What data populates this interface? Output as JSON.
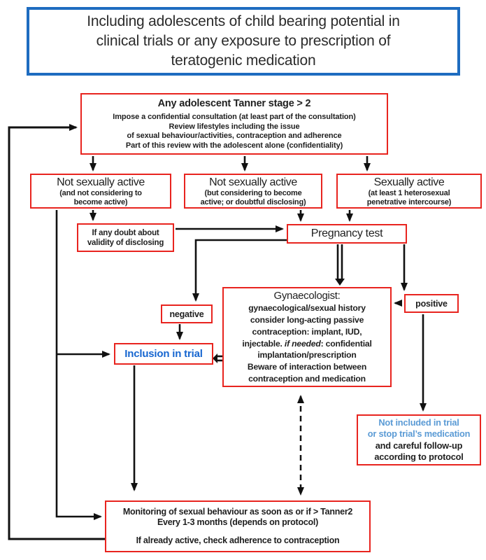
{
  "title": {
    "lines": [
      "Including adolescents of child bearing potential in",
      "clinical trials or any exposure to prescription of",
      "teratogenic medication"
    ]
  },
  "flow": {
    "tanner": {
      "header": "Any adolescent Tanner stage > 2",
      "lines": [
        "Impose a confidential consultation (at least part of the consultation)",
        "Review lifestyles including the issue",
        "of sexual behaviour/activities, contraception and adherence",
        "Part of this review with the adolescent alone (confidentiality)"
      ]
    },
    "not_active_1": {
      "header": "Not sexually active",
      "sub_lines": [
        "(and not considering to",
        "become active)"
      ]
    },
    "not_active_2": {
      "header": "Not sexually active",
      "sub_lines": [
        "(but considering to become",
        "active; or doubtful disclosing)"
      ]
    },
    "active": {
      "header": "Sexually active",
      "sub_lines": [
        "(at least 1 heterosexual",
        "penetrative intercourse)"
      ]
    },
    "doubt": {
      "lines": [
        "If any doubt about",
        "validity of disclosing"
      ]
    },
    "pregnancy": {
      "label": "Pregnancy test"
    },
    "negative": {
      "label": "negative"
    },
    "positive": {
      "label": "positive"
    },
    "gynaecologist": {
      "header": "Gynaecologist:",
      "lines": [
        "gynaecological/sexual history",
        "consider long-acting passive",
        "contraception: implant, IUD,"
      ],
      "needed": {
        "pre": "injectable. ",
        "italic": "if needed",
        "post": ": confidential"
      },
      "lines2": [
        "implantation/prescription",
        "Beware of interaction between",
        "contraception and medication"
      ]
    },
    "inclusion": {
      "label": "Inclusion in trial"
    },
    "not_included": {
      "blue_lines": [
        "Not included in trial",
        "or stop trial’s medication"
      ],
      "black_lines": [
        "and careful follow-up",
        "according to protocol"
      ]
    },
    "monitoring": {
      "lines": [
        "Monitoring of sexual behaviour as soon as or if > Tanner2",
        "Every 1-3 months (depends on protocol)"
      ],
      "footer": "If already active, check adherence to contraception"
    }
  },
  "colors": {
    "box_border": "#e8241f",
    "title_border": "#1e6cc0",
    "link_blue": "#1666d0",
    "light_blue": "#5b9bd5",
    "text": "#1f1f1f"
  }
}
